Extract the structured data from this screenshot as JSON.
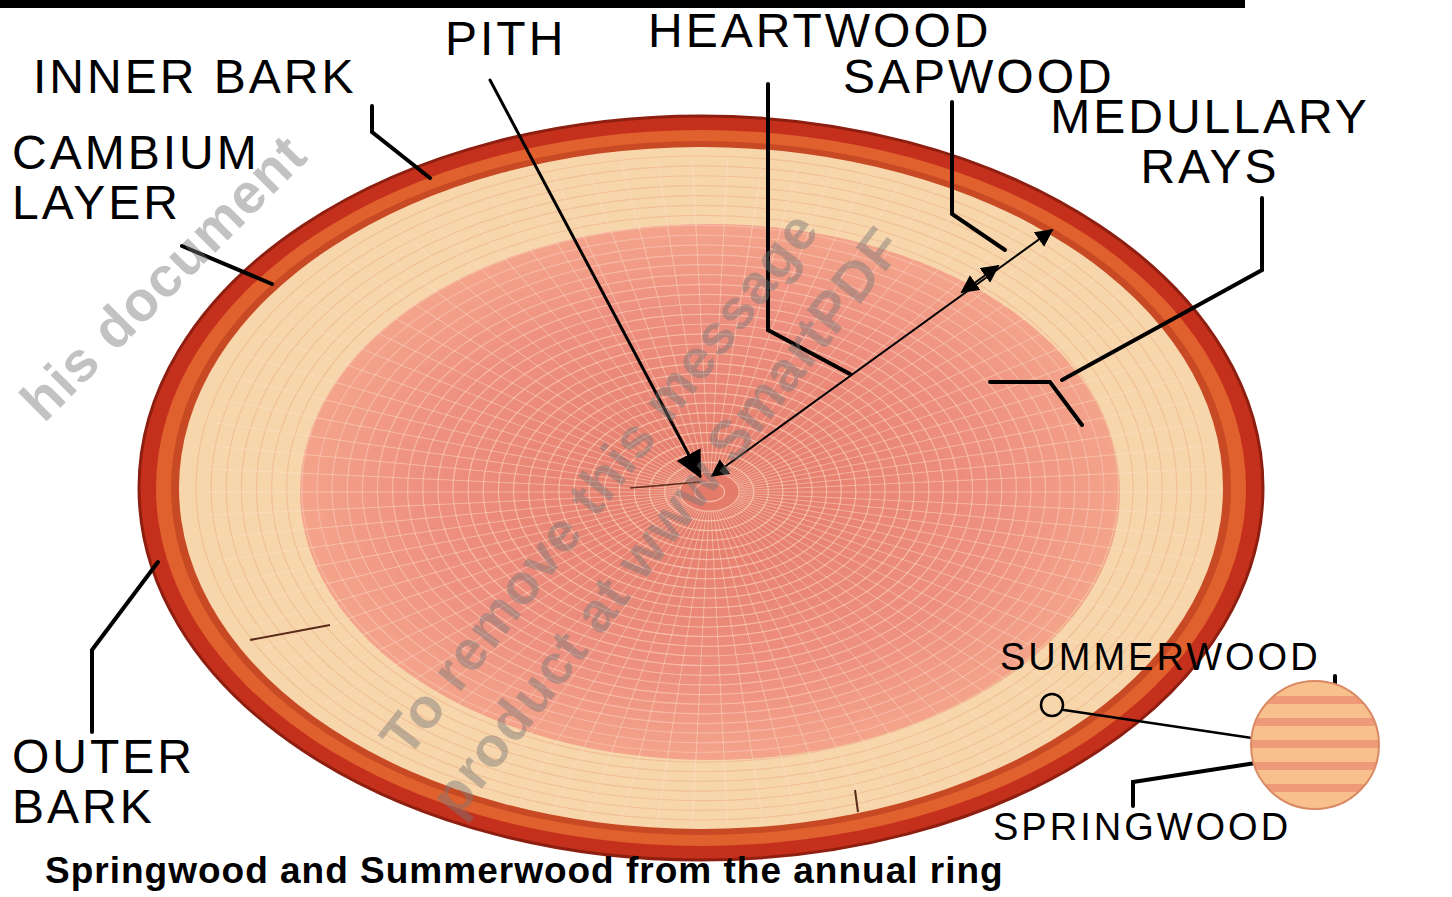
{
  "diagram": {
    "caption": "Springwood and Summerwood from the annual ring",
    "labels": [
      "PITH",
      "HEARTWOOD",
      "INNER BARK",
      "SAPWOOD",
      "MEDULLARY RAYS",
      "CAMBIUM LAYER",
      "SUMMERWOOD",
      "OUTER BARK",
      "SPRINGWOOD",
      "his document",
      "To remove this message",
      "product at www.SmartPDF"
    ]
  }
}
